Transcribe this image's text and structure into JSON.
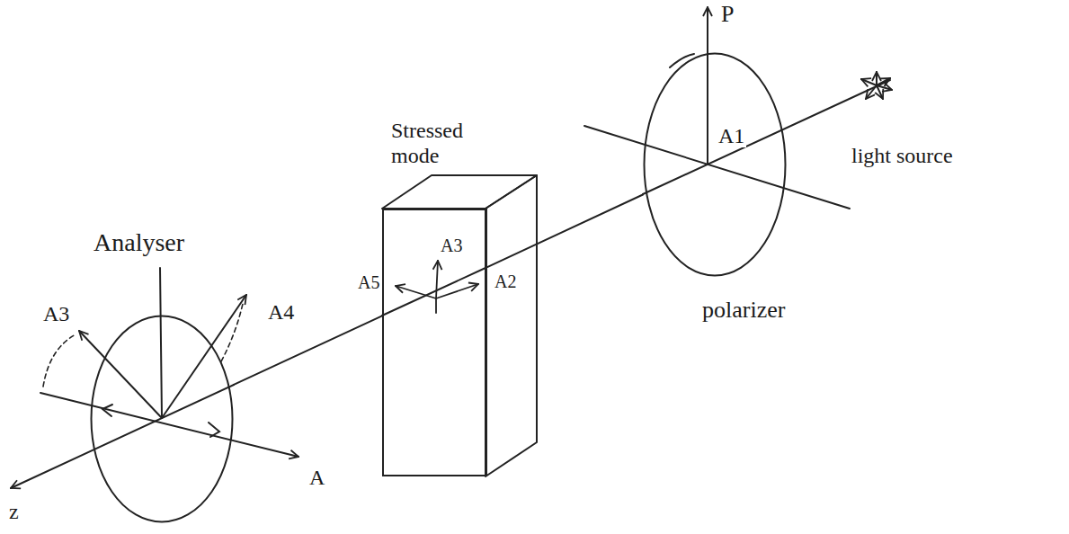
{
  "diagram": {
    "nodes": [
      {
        "text": [
          "polarizer"
        ]
      },
      {
        "text": [
          "Stressed mode"
        ]
      },
      {
        "text": [
          "Analyser"
        ]
      }
    ],
    "edges": [
      {
        "from": 0,
        "to": 1,
        "arrow": "none"
      },
      {
        "from": 1,
        "to": 2,
        "arrow": "none"
      }
    ],
    "labels": [
      "P",
      "A1",
      "light source",
      "A5",
      "A3",
      "A2",
      "A3",
      "A4",
      "A",
      "z"
    ]
  }
}
